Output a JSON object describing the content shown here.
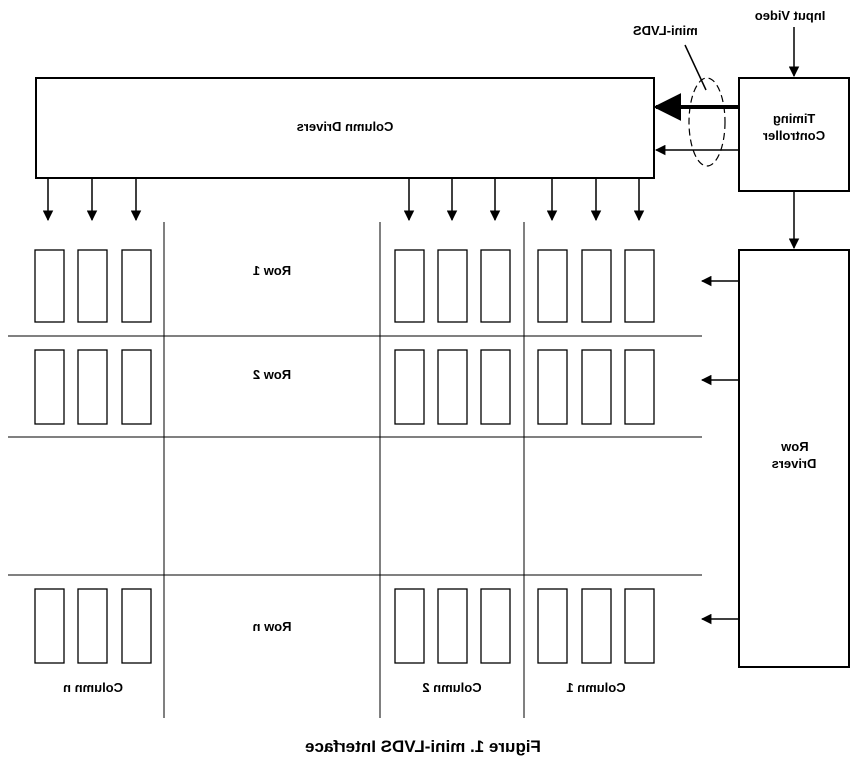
{
  "labels": {
    "input_video": "Input Video",
    "mini_lvds": "mini-LVDS",
    "column_drivers": "Column Drivers",
    "timing_line1": "Timing",
    "timing_line2": "Controller",
    "row_drivers_line1": "Row",
    "row_drivers_line2": "Drivers",
    "row1": "Row 1",
    "row2": "Row 2",
    "rown": "Row n",
    "column1": "Column 1",
    "column2": "Column 2",
    "columnn": "Column n"
  },
  "caption": "Figure 1.  mini-LVDS Interface",
  "colors": {
    "stroke": "#000000",
    "background": "#ffffff"
  },
  "orientation": "mirrored-horizontally"
}
